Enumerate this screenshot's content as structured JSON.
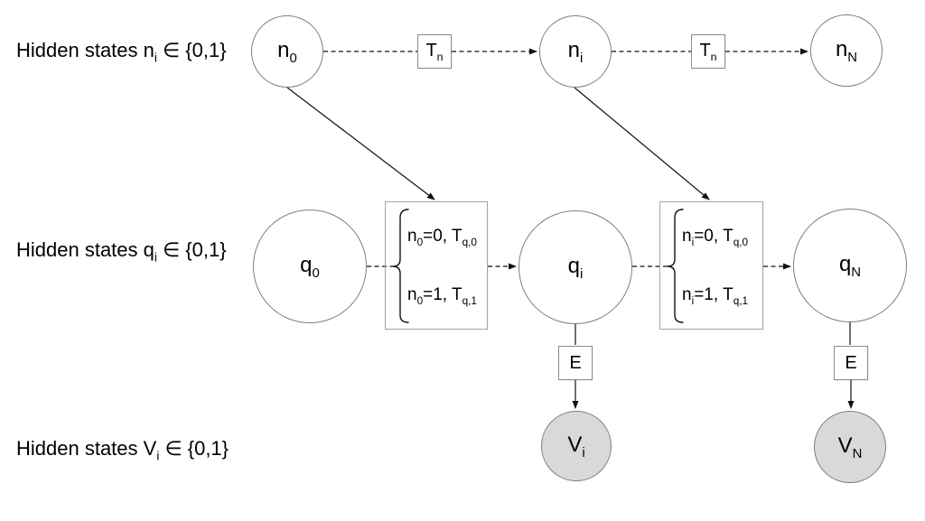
{
  "colors": {
    "background": "#ffffff",
    "node_stroke": "#7f7f7f",
    "box_stroke": "#a6a6a6",
    "small_box_stroke": "#8c8c8c",
    "observed_fill": "#d9d9d9",
    "line": "#111111",
    "text": "#000000"
  },
  "row_labels": [
    {
      "prefix": "Hidden states n",
      "sub": "i",
      "suffix": " ∈ {0,1}"
    },
    {
      "prefix": "Hidden states q",
      "sub": "i",
      "suffix": " ∈ {0,1}"
    },
    {
      "prefix": "Hidden states V",
      "sub": "i",
      "suffix": " ∈ {0,1}"
    }
  ],
  "nodes": {
    "n0": {
      "base": "n",
      "sub": "0"
    },
    "ni": {
      "base": "n",
      "sub": "i"
    },
    "nN": {
      "base": "n",
      "sub": "N"
    },
    "q0": {
      "base": "q",
      "sub": "0"
    },
    "qi": {
      "base": "q",
      "sub": "i"
    },
    "qN": {
      "base": "q",
      "sub": "N"
    },
    "Vi": {
      "base": "V",
      "sub": "i"
    },
    "VN": {
      "base": "V",
      "sub": "N"
    }
  },
  "t_boxes": [
    {
      "base": "T",
      "sub": "n"
    },
    {
      "base": "T",
      "sub": "n"
    }
  ],
  "e_boxes": [
    {
      "label": "E"
    },
    {
      "label": "E"
    }
  ],
  "trans_boxes": [
    {
      "lines": [
        {
          "var": "n",
          "var_sub": "0",
          "mid": "=0, T",
          "t_sub": "q,0"
        },
        {
          "var": "n",
          "var_sub": "0",
          "mid": "=1, T",
          "t_sub": "q,1"
        }
      ]
    },
    {
      "lines": [
        {
          "var": "n",
          "var_sub": "i",
          "mid": "=0, T",
          "t_sub": "q,0"
        },
        {
          "var": "n",
          "var_sub": "i",
          "mid": "=1, T",
          "t_sub": "q,1"
        }
      ]
    }
  ]
}
